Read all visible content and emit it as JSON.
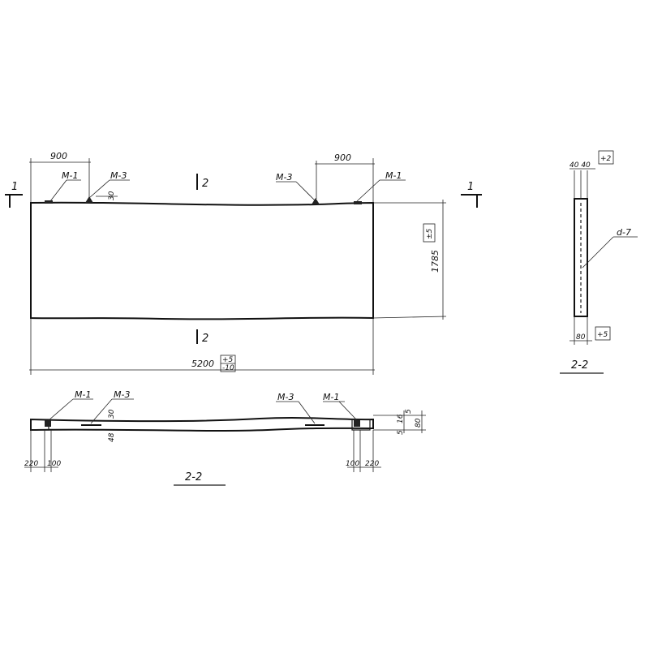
{
  "plan": {
    "dim_left": "900",
    "dim_right": "900",
    "mark_m1_left": "M-1",
    "mark_m3_left": "M-3",
    "mark_m3_right": "M-3",
    "mark_m1_right": "M-1",
    "dim_m3_offset": "30",
    "section_top": "2",
    "section_bottom": "2",
    "cut_left": "1",
    "cut_right": "1",
    "width_value": "1785",
    "width_tol": "±5",
    "length_value": "5200",
    "length_tol_plus": "+5",
    "length_tol_minus": "-10"
  },
  "side": {
    "mark_m1_left": "M-1",
    "mark_m3_left": "M-3",
    "mark_m3_right": "M-3",
    "mark_m1_right": "M-1",
    "dim_top": "30",
    "dim_depth": "48",
    "dim_left_a": "220",
    "dim_left_b": "100",
    "dim_right_a": "100",
    "dim_right_b": "220",
    "dim_stack_a": "5",
    "dim_stack_b": "16",
    "dim_stack_c": "5",
    "dim_stack_total": "80",
    "title": "2-2"
  },
  "section": {
    "dim_top": "40 40",
    "tol_top": "+2",
    "rebar_label": "d-7",
    "dim_bottom": "80",
    "tol_bottom": "+5",
    "title": "2-2"
  }
}
